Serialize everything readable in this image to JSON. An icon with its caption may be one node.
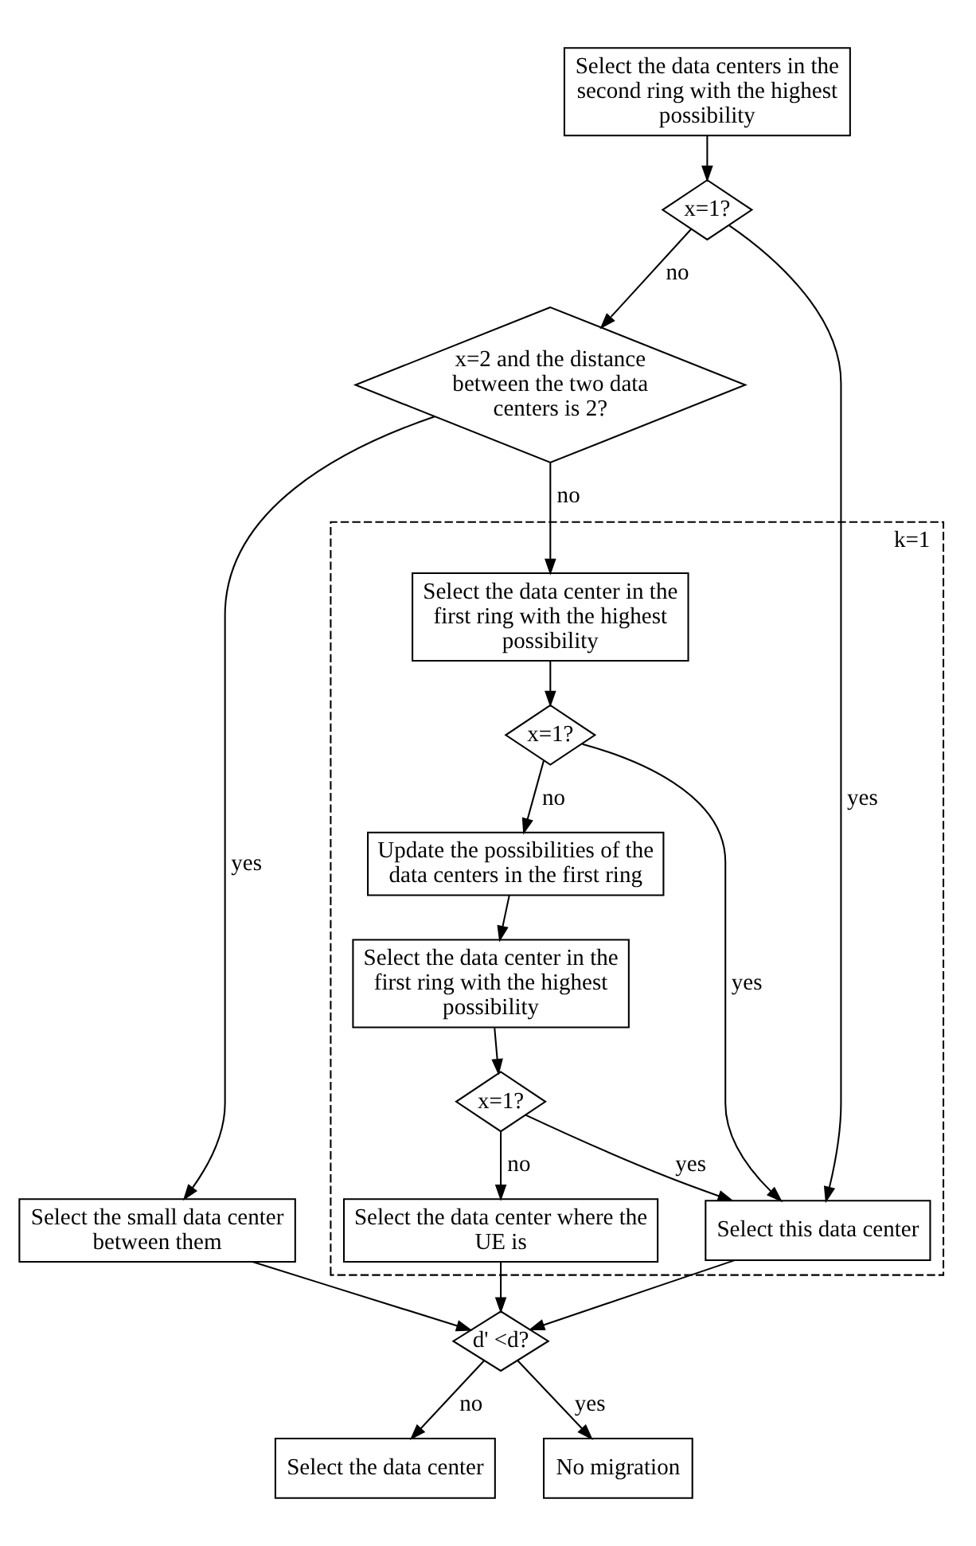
{
  "diagram": {
    "nodes": [
      {
        "text": [
          "Select the data centers in the second ring with the highest possibility"
        ]
      },
      {
        "text": [
          "x=1?"
        ]
      },
      {
        "text": [
          "x=2 and the distance between the two data centers is 2?"
        ]
      },
      {
        "text": [
          "k=1"
        ]
      },
      {
        "text": [
          "Select the data center in the first ring with the highest possibility"
        ],
        "in": 3
      },
      {
        "text": [
          "x=1?"
        ],
        "in": 3
      },
      {
        "text": [
          "Update the possibilities of the data centers in the first ring"
        ],
        "in": 3
      },
      {
        "text": [
          "Select the data center in the first ring with the highest possibility"
        ],
        "in": 3
      },
      {
        "text": [
          "x=1?"
        ],
        "in": 3
      },
      {
        "text": [
          "Select the small data center between them"
        ]
      },
      {
        "text": [
          "Select the data center where the UE is"
        ],
        "in": 3
      },
      {
        "text": [
          "Select this data center"
        ],
        "in": 3
      },
      {
        "text": [
          "d' <d?"
        ]
      },
      {
        "text": [
          "Select the data center"
        ]
      },
      {
        "text": [
          "No migration"
        ]
      }
    ],
    "edges": [
      {
        "from": 0,
        "to": 1,
        "arrow": "to"
      },
      {
        "from": 1,
        "to": 11,
        "arrow": "to",
        "label": "yes"
      },
      {
        "from": 1,
        "to": 2,
        "arrow": "to",
        "label": "no"
      },
      {
        "from": 2,
        "to": 9,
        "arrow": "to",
        "label": "yes"
      },
      {
        "from": 2,
        "to": 4,
        "arrow": "to",
        "label": "no"
      },
      {
        "from": 4,
        "to": 5,
        "arrow": "to"
      },
      {
        "from": 5,
        "to": 11,
        "arrow": "to",
        "label": "yes"
      },
      {
        "from": 5,
        "to": 6,
        "arrow": "to",
        "label": "no"
      },
      {
        "from": 6,
        "to": 7,
        "arrow": "to"
      },
      {
        "from": 7,
        "to": 8,
        "arrow": "to"
      },
      {
        "from": 8,
        "to": 11,
        "arrow": "to",
        "label": "yes"
      },
      {
        "from": 8,
        "to": 10,
        "arrow": "to",
        "label": "no"
      },
      {
        "from": 9,
        "to": 12,
        "arrow": "to"
      },
      {
        "from": 10,
        "to": 12,
        "arrow": "to"
      },
      {
        "from": 11,
        "to": 12,
        "arrow": "to"
      },
      {
        "from": 12,
        "to": 13,
        "arrow": "to",
        "label": "no"
      },
      {
        "from": 12,
        "to": 14,
        "arrow": "to",
        "label": "yes"
      }
    ]
  }
}
